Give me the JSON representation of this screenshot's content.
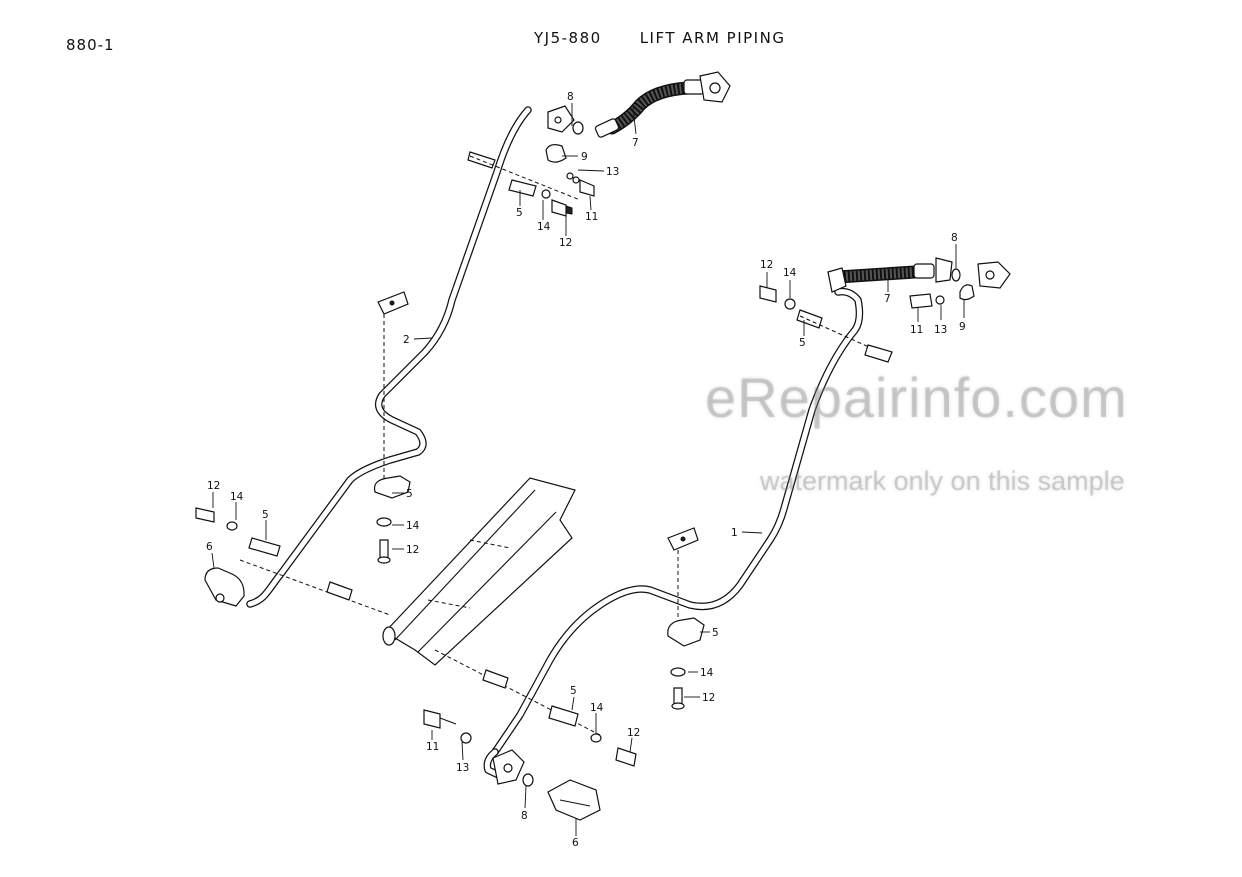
{
  "header": {
    "page_id": "880-1",
    "drawing_no": "YJ5-880",
    "title": "LIFT ARM PIPING"
  },
  "watermark": {
    "main": "eRepairinfo.com",
    "sub": "watermark only on this sample"
  },
  "callouts": [
    {
      "id": "c-8-top",
      "label": "8"
    },
    {
      "id": "c-7-top",
      "label": "7"
    },
    {
      "id": "c-9-top",
      "label": "9"
    },
    {
      "id": "c-13-top",
      "label": "13"
    },
    {
      "id": "c-5-top",
      "label": "5"
    },
    {
      "id": "c-11-top",
      "label": "11"
    },
    {
      "id": "c-14-top",
      "label": "14"
    },
    {
      "id": "c-12-top",
      "label": "12"
    },
    {
      "id": "c-2",
      "label": "2"
    },
    {
      "id": "c-12-right-top",
      "label": "12"
    },
    {
      "id": "c-14-right-top",
      "label": "14"
    },
    {
      "id": "c-5-right-top",
      "label": "5"
    },
    {
      "id": "c-7-right",
      "label": "7"
    },
    {
      "id": "c-8-right",
      "label": "8"
    },
    {
      "id": "c-11-right",
      "label": "11"
    },
    {
      "id": "c-13-right",
      "label": "13"
    },
    {
      "id": "c-9-right",
      "label": "9"
    },
    {
      "id": "c-12-left",
      "label": "12"
    },
    {
      "id": "c-14-left",
      "label": "14"
    },
    {
      "id": "c-5-left",
      "label": "5"
    },
    {
      "id": "c-6-left",
      "label": "6"
    },
    {
      "id": "c-5-mid",
      "label": "5"
    },
    {
      "id": "c-14-mid",
      "label": "14"
    },
    {
      "id": "c-12-mid",
      "label": "12"
    },
    {
      "id": "c-1",
      "label": "1"
    },
    {
      "id": "c-5-right-clamp",
      "label": "5"
    },
    {
      "id": "c-14-right-clamp",
      "label": "14"
    },
    {
      "id": "c-12-right-clamp",
      "label": "12"
    },
    {
      "id": "c-5-bottom",
      "label": "5"
    },
    {
      "id": "c-14-bottom",
      "label": "14"
    },
    {
      "id": "c-12-bottom",
      "label": "12"
    },
    {
      "id": "c-11-bottom",
      "label": "11"
    },
    {
      "id": "c-13-bottom",
      "label": "13"
    },
    {
      "id": "c-8-bottom",
      "label": "8"
    },
    {
      "id": "c-6-bottom",
      "label": "6"
    }
  ]
}
